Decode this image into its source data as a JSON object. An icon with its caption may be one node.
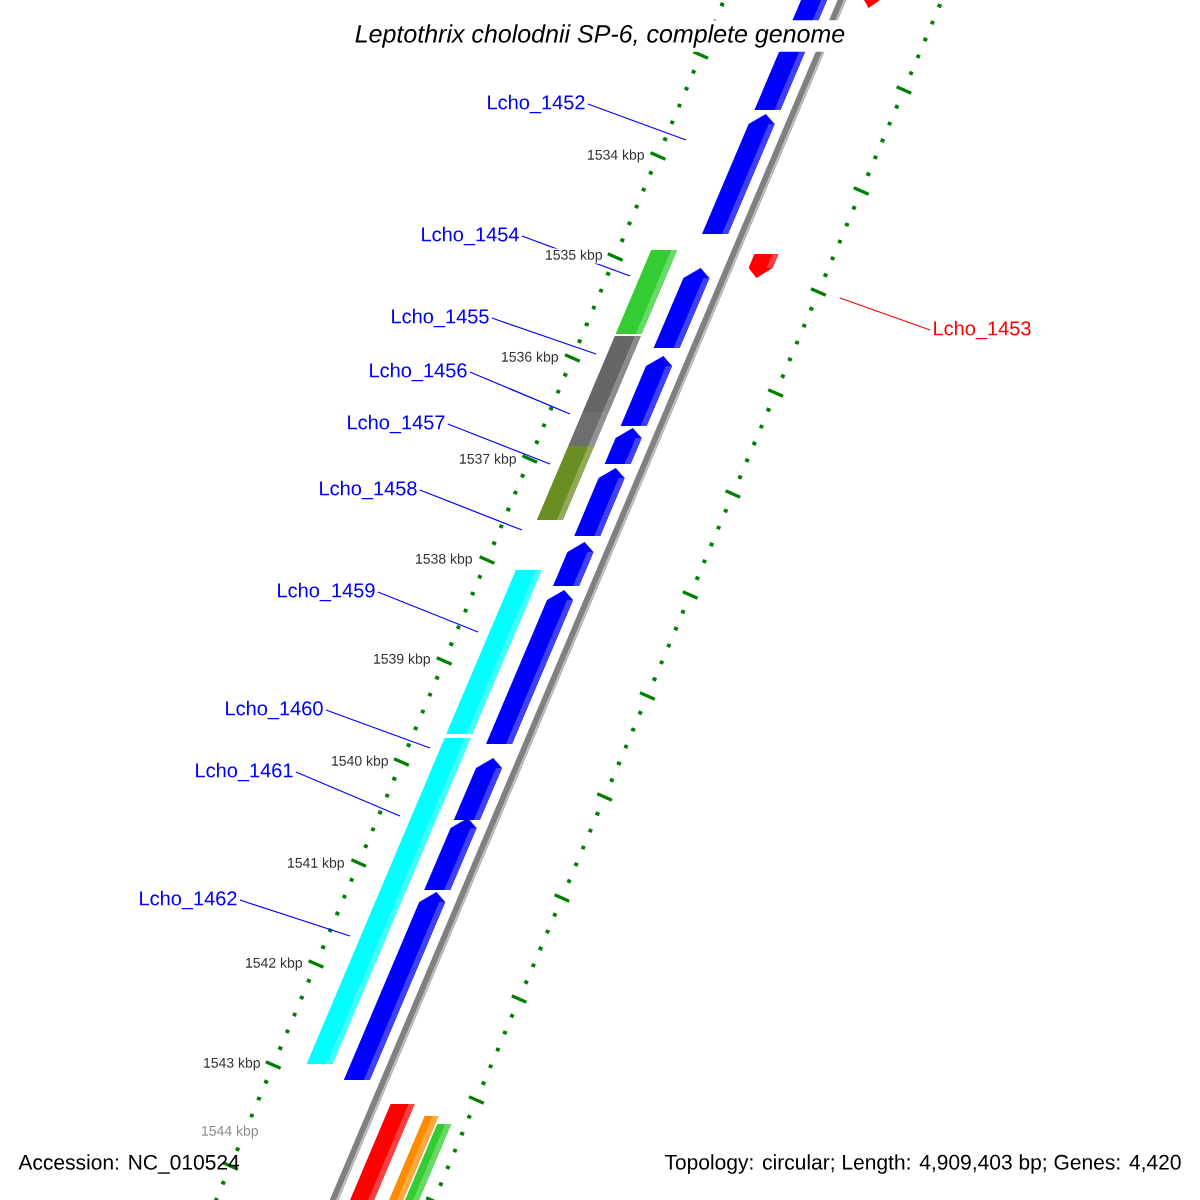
{
  "diagram": {
    "title": "Leptothrix cholodnii SP-6, complete genome",
    "nodes": [
      {
        "text": [
          "Lcho_1452"
        ]
      },
      {
        "text": [
          "Lcho_1454"
        ]
      },
      {
        "text": [
          "Lcho_1455"
        ]
      },
      {
        "text": [
          "Lcho_1456"
        ]
      },
      {
        "text": [
          "Lcho_1457"
        ]
      },
      {
        "text": [
          "Lcho_1458"
        ]
      },
      {
        "text": [
          "Lcho_1459"
        ]
      },
      {
        "text": [
          "Lcho_1460"
        ]
      },
      {
        "text": [
          "Lcho_1461"
        ]
      },
      {
        "text": [
          "Lcho_1462"
        ]
      },
      {
        "text": [
          "Lcho_1453"
        ]
      }
    ],
    "edges": [
      {
        "from": 0,
        "to": null,
        "arrow": "none"
      },
      {
        "from": 1,
        "to": null,
        "arrow": "none"
      },
      {
        "from": 2,
        "to": null,
        "arrow": "none"
      },
      {
        "from": 3,
        "to": null,
        "arrow": "none"
      },
      {
        "from": 4,
        "to": null,
        "arrow": "none"
      },
      {
        "from": 5,
        "to": null,
        "arrow": "none"
      },
      {
        "from": 6,
        "to": null,
        "arrow": "none"
      },
      {
        "from": 7,
        "to": null,
        "arrow": "none"
      },
      {
        "from": 8,
        "to": null,
        "arrow": "none"
      },
      {
        "from": 9,
        "to": null,
        "arrow": "none"
      },
      {
        "from": 10,
        "to": null,
        "arrow": "none",
        "color": "#ff0000"
      }
    ],
    "labels": [
      "1534 kbp",
      "1535 kbp",
      "1536 kbp",
      "1537 kbp",
      "1538 kbp",
      "1539 kbp",
      "1540 kbp",
      "1541 kbp",
      "1542 kbp",
      "1543 kbp",
      "1544 kbp",
      "Accession: NC_010524",
      "Topology: circular; Length: 4,909,403 bp; Genes: 4,420"
    ]
  }
}
